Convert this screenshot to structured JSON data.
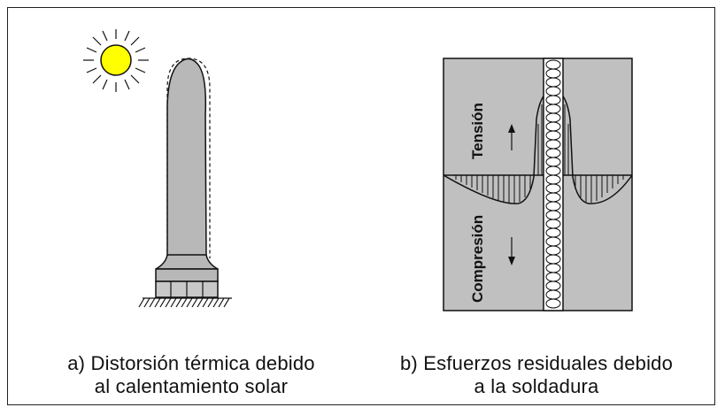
{
  "figure": {
    "panel_a": {
      "caption_line1": "a) Distorsión  térmica debido",
      "caption_line2": "al calentamiento solar"
    },
    "panel_b": {
      "caption_line1": "b) Esfuerzos residuales debido",
      "caption_line2": "a la soldadura",
      "label_top": "Tensión",
      "label_bottom": "Compresión"
    }
  },
  "icons": [
    "sun-icon",
    "column-icon",
    "ground-hatch-icon",
    "weld-bead-icon",
    "arrow-up-icon",
    "arrow-down-icon"
  ],
  "colors": {
    "sun": "#ffff00",
    "plate": "#c0c0c0",
    "column": "#b8b8b8",
    "stroke": "#111111"
  }
}
